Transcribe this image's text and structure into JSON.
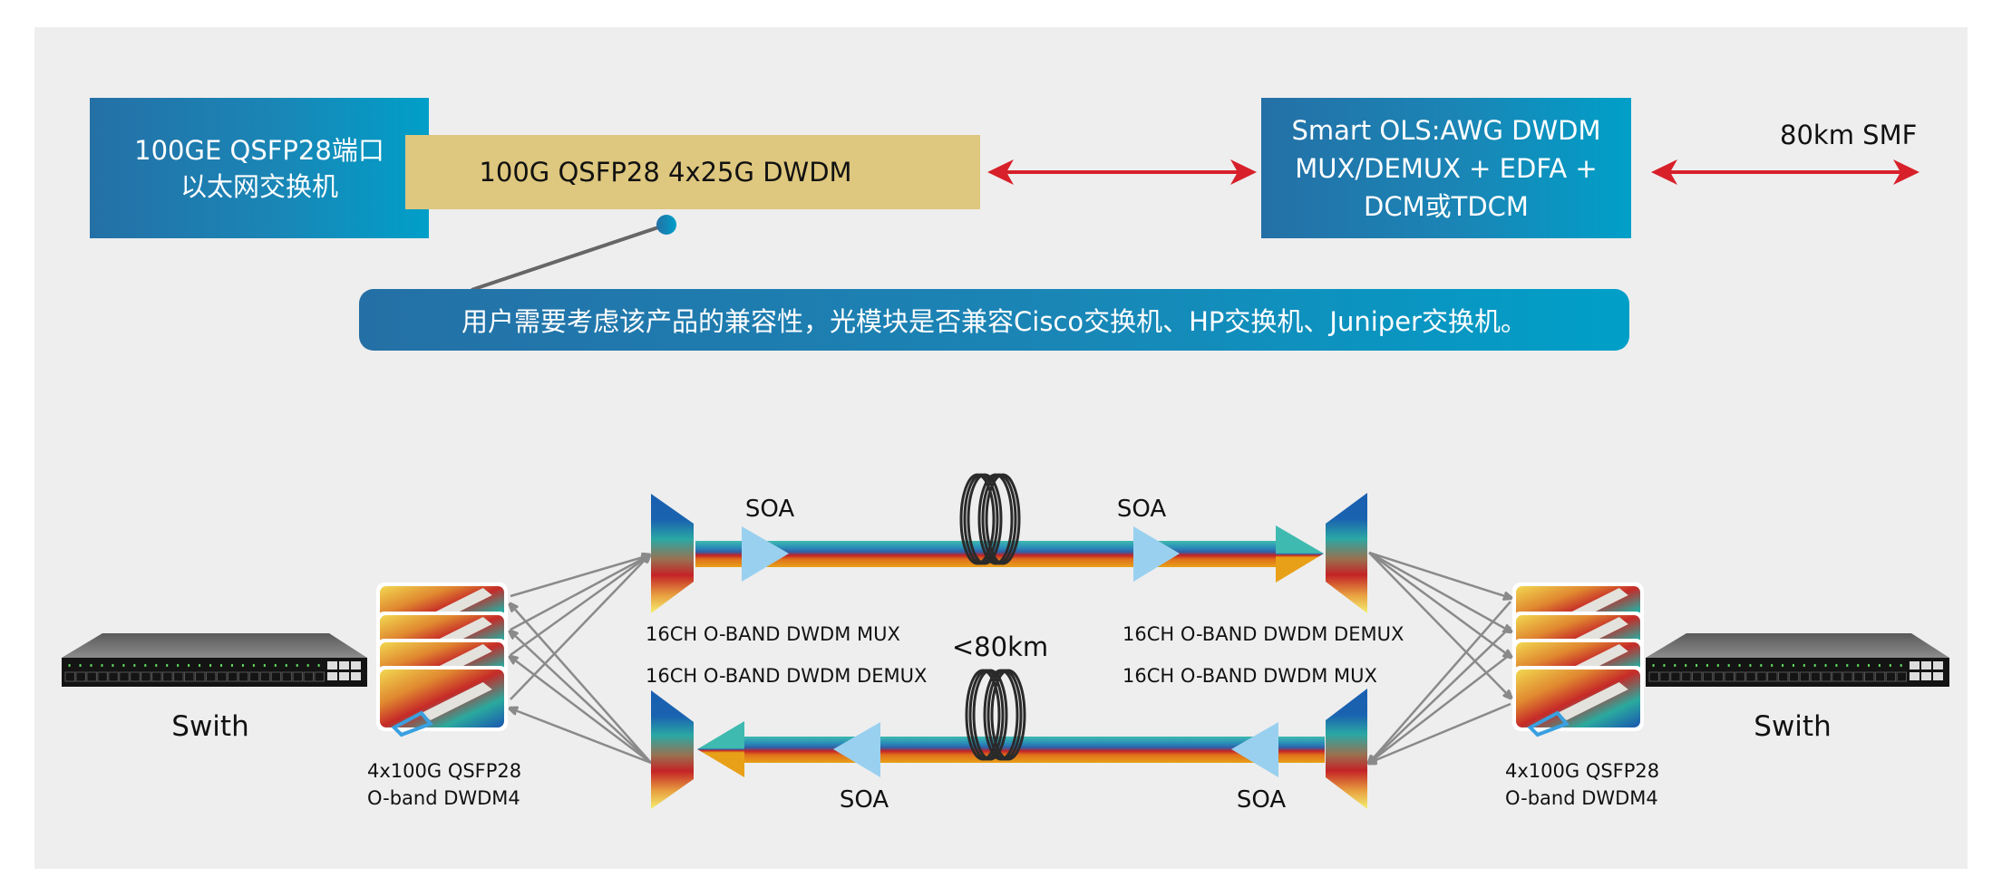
{
  "top": {
    "switch_port_box": {
      "line1": "100GE QSFP28端口",
      "line2": "以太网交换机"
    },
    "module_box": {
      "label": "100G QSFP28 4x25G DWDM"
    },
    "ols_box": {
      "line1": "Smart OLS:AWG DWDM",
      "line2": "MUX/DEMUX + EDFA +",
      "line3": "DCM或TDCM"
    },
    "fiber_label": "80km SMF",
    "callout": "用户需要考虑该产品的兼容性，光模块是否兼容Cisco交换机、HP交换机、Juniper交换机。"
  },
  "bottom": {
    "left_switch_label": "Swith",
    "right_switch_label": "Swith",
    "left_module": {
      "line1": "4x100G QSFP28",
      "line2": "O-band DWDM4"
    },
    "right_module": {
      "line1": "4x100G QSFP28",
      "line2": "O-band DWDM4"
    },
    "top_left_label": "16CH O-BAND DWDM MUX",
    "bottom_left_label": "16CH O-BAND DWDM DEMUX",
    "top_right_label": "16CH O-BAND DWDM DEMUX",
    "bottom_right_label": "16CH O-BAND DWDM MUX",
    "distance_label": "<80km",
    "soa_labels": [
      "SOA",
      "SOA",
      "SOA",
      "SOA"
    ]
  },
  "colors": {
    "arrow_red": "#d7202a",
    "module_tan": "#dec77e",
    "blue_start": "#2470a6",
    "blue_end": "#009fc8",
    "soa_blue": "#9ad0ef",
    "connector_gray": "#8a8a8a"
  }
}
